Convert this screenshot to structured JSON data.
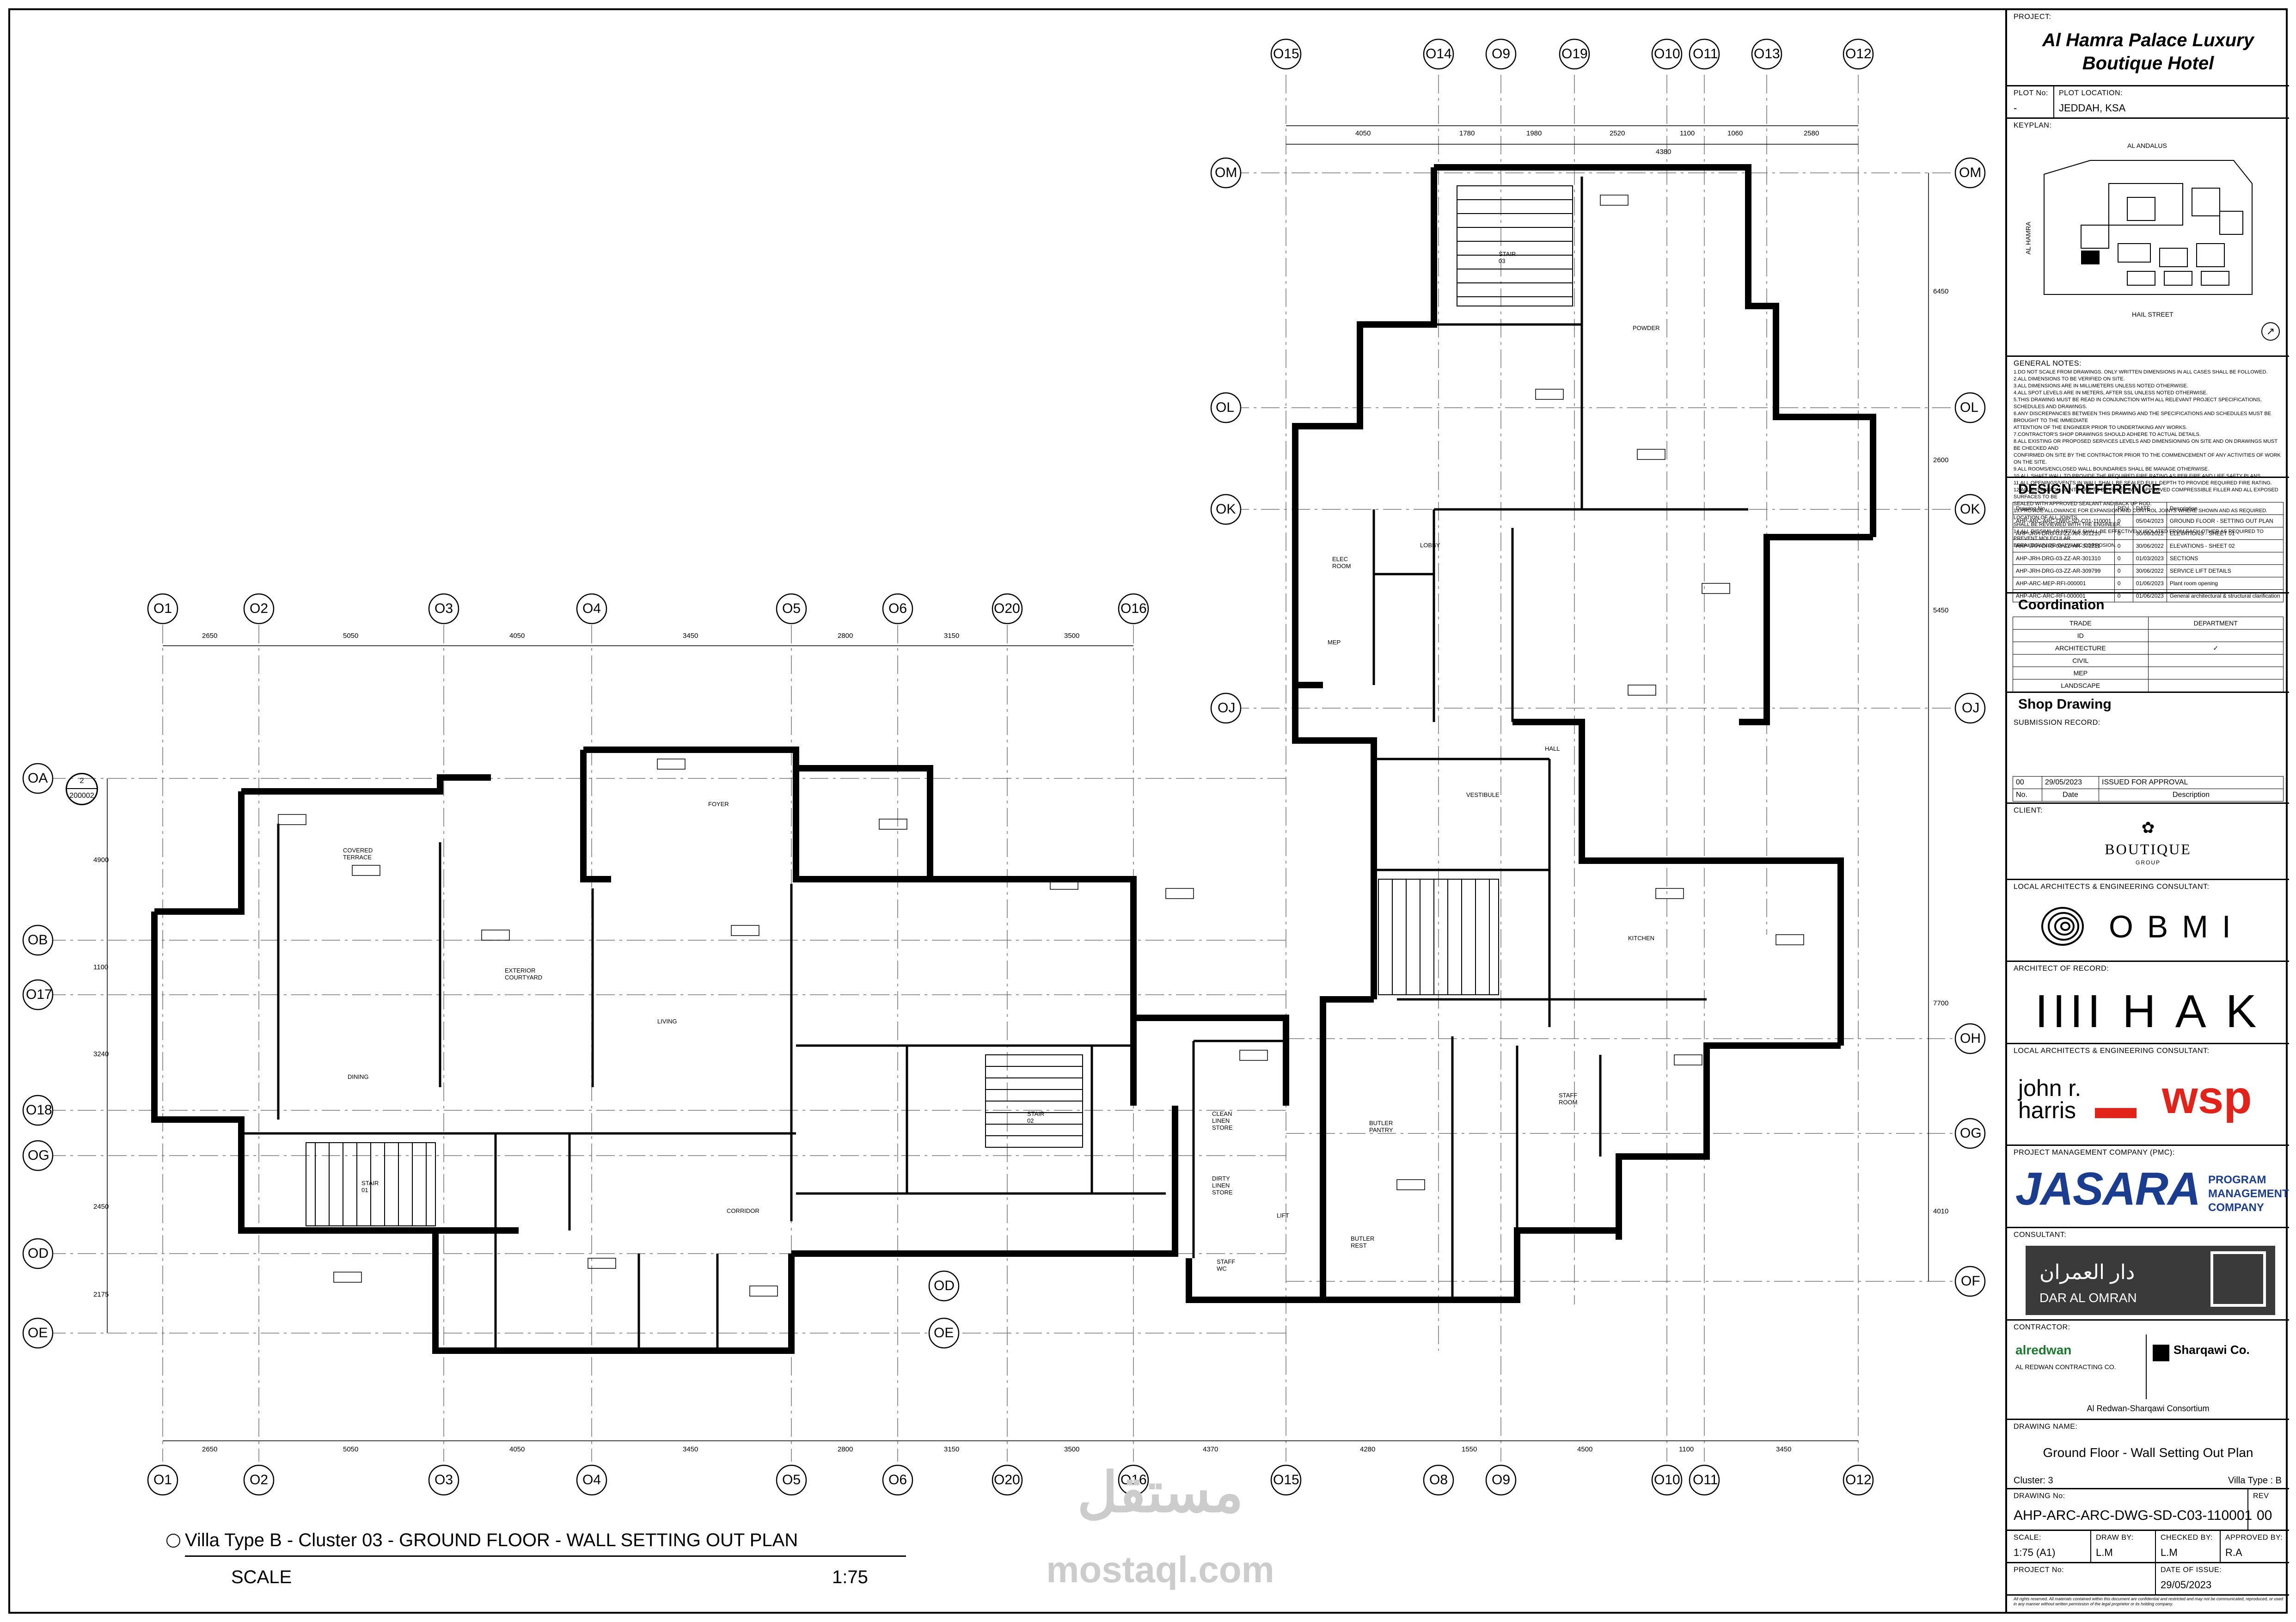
{
  "project": {
    "label": "PROJECT:",
    "name_line1": "Al Hamra Palace Luxury",
    "name_line2": "Boutique Hotel"
  },
  "plot": {
    "no_label": "PLOT No:",
    "no_value": "-",
    "location_label": "PLOT LOCATION:",
    "location_value": "JEDDAH, KSA"
  },
  "keyplan": {
    "label": "KEYPLAN:",
    "street_top": "AL ANDALUS",
    "street_left": "AL HAMRA",
    "street_bottom": "HAIL STREET"
  },
  "general_notes": {
    "label": "GENERAL NOTES:",
    "lines": [
      "1.DO NOT SCALE FROM DRAWINGS. ONLY WRITTEN DIMENSIONS IN ALL CASES SHALL BE FOLLOWED.",
      "2.ALL DIMENSIONS TO BE VERIFIED ON SITE.",
      "3.ALL DIMENSIONS ARE IN MILLIMETERS UNLESS NOTED OTHERWISE.",
      "4.ALL SPOT LEVELS ARE IN METERS, AFTER SSL UNLESS NOTED OTHERWISE.",
      "5.THIS DRAWING MUST BE READ IN CONJUNCTION WITH ALL RELEVANT PROJECT SPECIFICATIONS, SCHEDULES AND DRAWINGS.",
      "6.ANY DISCREPANCIES BETWEEN THIS DRAWING AND THE SPECIFICATIONS AND SCHEDULES MUST BE BROUGHT TO THE IMMEDIATE",
      "ATTENTION OF THE ENGINEER PRIOR TO UNDERTAKING ANY WORKS.",
      "7.CONTRACTOR'S SHOP DRAWINGS SHOULD ADHERE TO ACTUAL DETAILS.",
      "8.ALL EXISTING OR PROPOSED SERVICES LEVELS AND DIMENSIONING ON SITE AND ON DRAWINGS MUST BE CHECKED AND",
      "CONFIRMED ON SITE BY THE CONTRACTOR PRIOR TO THE COMMENCEMENT OF ANY ACTIVITIES OF WORK ON THE SITE.",
      "9.ALL ROOMS/ENCLOSED WALL BOUNDARIES SHALL BE MANAGE OTHERWISE.",
      "10.ALL SHAFT WALL TO PROVIDE THE REQUIRED FIRE RATING AS PER FIRE AND LIFE SAFTY PLANS.",
      "11.ALL OPENINGS/VENTS IN WALL SHALL BE SEALED FULL DEPTH TO PROVIDE REQUIRED FIRE RATING.",
      "12.ALL EXPANSION JOINTS ARE TO BE FILLED WITH APPROVED COMPRESSIBLE FILLER AND ALL EXPOSED SURFACES TO BE",
      "SEALED WITH APPROVED SEALANT AND BACK UP ROD.",
      "13.PROVIDE ALLOWANCE FOR EXPANSION AND CONTROL JOINTS WHERE SHOWN AND AS REQUIRED. LOCATION OF ALL JOINTS",
      "SHALL BE REVIEWED WITH THE ENGINEER.",
      "14.ALL DISSIMILAR METALS SHALL BE EFFECTIVELY ISOLATED FROM EACH OTHER AS REQUIRED TO PREVENT MOLECULAR",
      "BREAKDOWN OR GALVANIC CORROSION."
    ]
  },
  "design_reference": {
    "heading": "DESIGN REFERENCE",
    "columns": [
      "Drawing No.",
      "REV.",
      "DATE",
      "Description"
    ],
    "rows": [
      [
        "AHP-ARC-ARC-DWG-SD-C01-110001",
        "0",
        "05/04/2023",
        "GROUND FLOOR - SETTING OUT PLAN"
      ],
      [
        "AHP-JRH-DRG-03-ZZ-AR-301210",
        "0",
        "30/06/2022",
        "ELEVATIONS - SHEET 01"
      ],
      [
        "AHP-JRH-DRG-03-ZZ-AR-301211",
        "0",
        "30/06/2022",
        "ELEVATIONS - SHEET 02"
      ],
      [
        "AHP-JRH-DRG-03-ZZ-AR-301310",
        "0",
        "01/03/2023",
        "SECTIONS"
      ],
      [
        "AHP-JRH-DRG-03-ZZ-AR-309799",
        "0",
        "30/06/2022",
        "SERVICE LIFT DETAILS"
      ],
      [
        "AHP-ARC-MEP-RFI-000001",
        "0",
        "01/06/2023",
        "Plant room opening"
      ],
      [
        "AHP-ARC-ARC-RFI-000001",
        "0",
        "01/06/2023",
        "General architectural & structural clarification"
      ]
    ]
  },
  "coordination": {
    "heading": "Coordination",
    "columns": [
      "TRADE",
      "DEPARTMENT"
    ],
    "rows": [
      [
        "ID",
        ""
      ],
      [
        "ARCHITECTURE",
        "✓"
      ],
      [
        "CIVIL",
        ""
      ],
      [
        "MEP",
        ""
      ],
      [
        "LANDSCAPE",
        ""
      ]
    ]
  },
  "shop_drawing": {
    "heading": "Shop Drawing",
    "submission_label": "SUBMISSION RECORD:",
    "record": [
      "00",
      "29/05/2023",
      "ISSUED FOR APPROVAL"
    ],
    "columns": [
      "No.",
      "Date",
      "Description"
    ]
  },
  "client": {
    "label": "CLIENT:",
    "logo_text": "BOUTIQUE",
    "logo_sub": "GROUP"
  },
  "local_architects_1": {
    "label": "LOCAL ARCHITECTS & ENGINEERING CONSULTANT:",
    "logo_text": "OBMI"
  },
  "architect_of_record": {
    "label": "ARCHITECT OF RECORD:",
    "logo_text": "IIII H A K"
  },
  "local_architects_2": {
    "label": "LOCAL ARCHITECTS & ENGINEERING CONSULTANT:",
    "logo_a_line1": "john r.",
    "logo_a_line2": "harris",
    "logo_b": "wsp"
  },
  "pmc": {
    "label": "PROJECT MANAGEMENT COMPANY (PMC):",
    "logo_text": "JASARA",
    "logo_side_1": "PROGRAM",
    "logo_side_2": "MANAGEMENT",
    "logo_side_3": "COMPANY"
  },
  "consultant": {
    "label": "CONSULTANT:",
    "logo_ar": "دار العمران",
    "logo_en": "DAR AL OMRAN"
  },
  "contractor": {
    "label": "CONTRACTOR:",
    "logo_a": "alredwan",
    "logo_a_sub": "AL REDWAN CONTRACTING CO.",
    "logo_b": "Sharqawi Co.",
    "consortium": "Al Redwan-Sharqawi Consortium"
  },
  "drawing": {
    "name_label": "DRAWING NAME:",
    "name_value": "Ground Floor - Wall Setting Out Plan",
    "cluster": "Cluster: 3",
    "villa_type": "Villa Type : B",
    "number_label": "DRAWING No:",
    "number_value": "AHP-ARC-ARC-DWG-SD-C03-110001",
    "rev_label": "REV",
    "rev_value": "00",
    "scale_label": "SCALE:",
    "scale_value": "1:75 (A1)",
    "drawn_label": "DRAW BY:",
    "drawn_value": "L.M",
    "checked_label": "CHECKED BY:",
    "checked_value": "L.M",
    "approved_label": "APPROVED BY:",
    "approved_value": "R.A",
    "project_no_label": "PROJECT No:",
    "project_no_value": "",
    "issue_date_label": "DATE OF ISSUE:",
    "issue_date_value": "29/05/2023",
    "disclaimer": "All rights reserved. All materials contained within this document are confidential and restricted and may not be communicated, reproduced, or used in any manner without written permission of the legal proprietor or its holding company."
  },
  "plan_title": {
    "main": "Villa Type B - Cluster 03 - GROUND FLOOR - WALL SETTING OUT PLAN",
    "scale_label": "SCALE",
    "scale_value": "1:75"
  },
  "section_marker": {
    "number": "2",
    "sheet": "200002"
  },
  "grids": {
    "top_left": [
      "O1",
      "O2",
      "O3",
      "O4",
      "O5",
      "O6",
      "O20",
      "O16"
    ],
    "top_right": [
      "O15",
      "O14",
      "O9",
      "O19",
      "O10",
      "O11",
      "O13",
      "O12"
    ],
    "bottom": [
      "O1",
      "O2",
      "O3",
      "O4",
      "O5",
      "O6",
      "O20",
      "O16",
      "O15",
      "O8",
      "O9",
      "O10",
      "O11",
      "O12"
    ],
    "left": [
      "OA",
      "OB",
      "O17",
      "O18",
      "OG",
      "OD",
      "OE"
    ],
    "right_tall": [
      "OM",
      "OL",
      "OK",
      "OJ"
    ],
    "right_low": [
      "OH",
      "OG",
      "OF"
    ],
    "mid": [
      "OM",
      "OL",
      "OK",
      "OJ",
      "OD",
      "OE"
    ]
  },
  "dimensions": {
    "top_left": [
      "2650",
      "5050",
      "4050",
      "3450",
      "2800",
      "3150",
      "3500"
    ],
    "top_right": [
      "4050",
      "1780",
      "1980",
      "2520",
      "4380",
      "1100",
      "1060",
      "2580"
    ],
    "bottom": [
      "2650",
      "5050",
      "4050",
      "3450",
      "2800",
      "3150",
      "3500",
      "4370",
      "4280",
      "1550",
      "4500",
      "1100",
      "3450"
    ],
    "left": [
      "4900",
      "1100",
      "3240",
      "2450",
      "2175"
    ],
    "right": [
      "6450",
      "2600",
      "5450",
      "7700",
      "4010"
    ]
  },
  "room_labels": [
    "COVERED TERRACE",
    "DINING",
    "EXTERIOR COURTYARD",
    "LIVING",
    "FOYER",
    "CORRIDOR",
    "STAIR 01",
    "STAIR 02",
    "STAIR 03",
    "POWDER",
    "ELEC ROOM",
    "MEP",
    "HALL",
    "VESTIBULE",
    "BUTLER PANTRY",
    "CLEAN LINEN STORE",
    "DIRTY LINEN STORE",
    "STAFF ROOM",
    "STAFF WC",
    "LIFT",
    "BUTLER REST",
    "LOBBY",
    "KITCHEN"
  ],
  "watermark": {
    "ar": "مستقل",
    "en": "mostaql.com"
  }
}
